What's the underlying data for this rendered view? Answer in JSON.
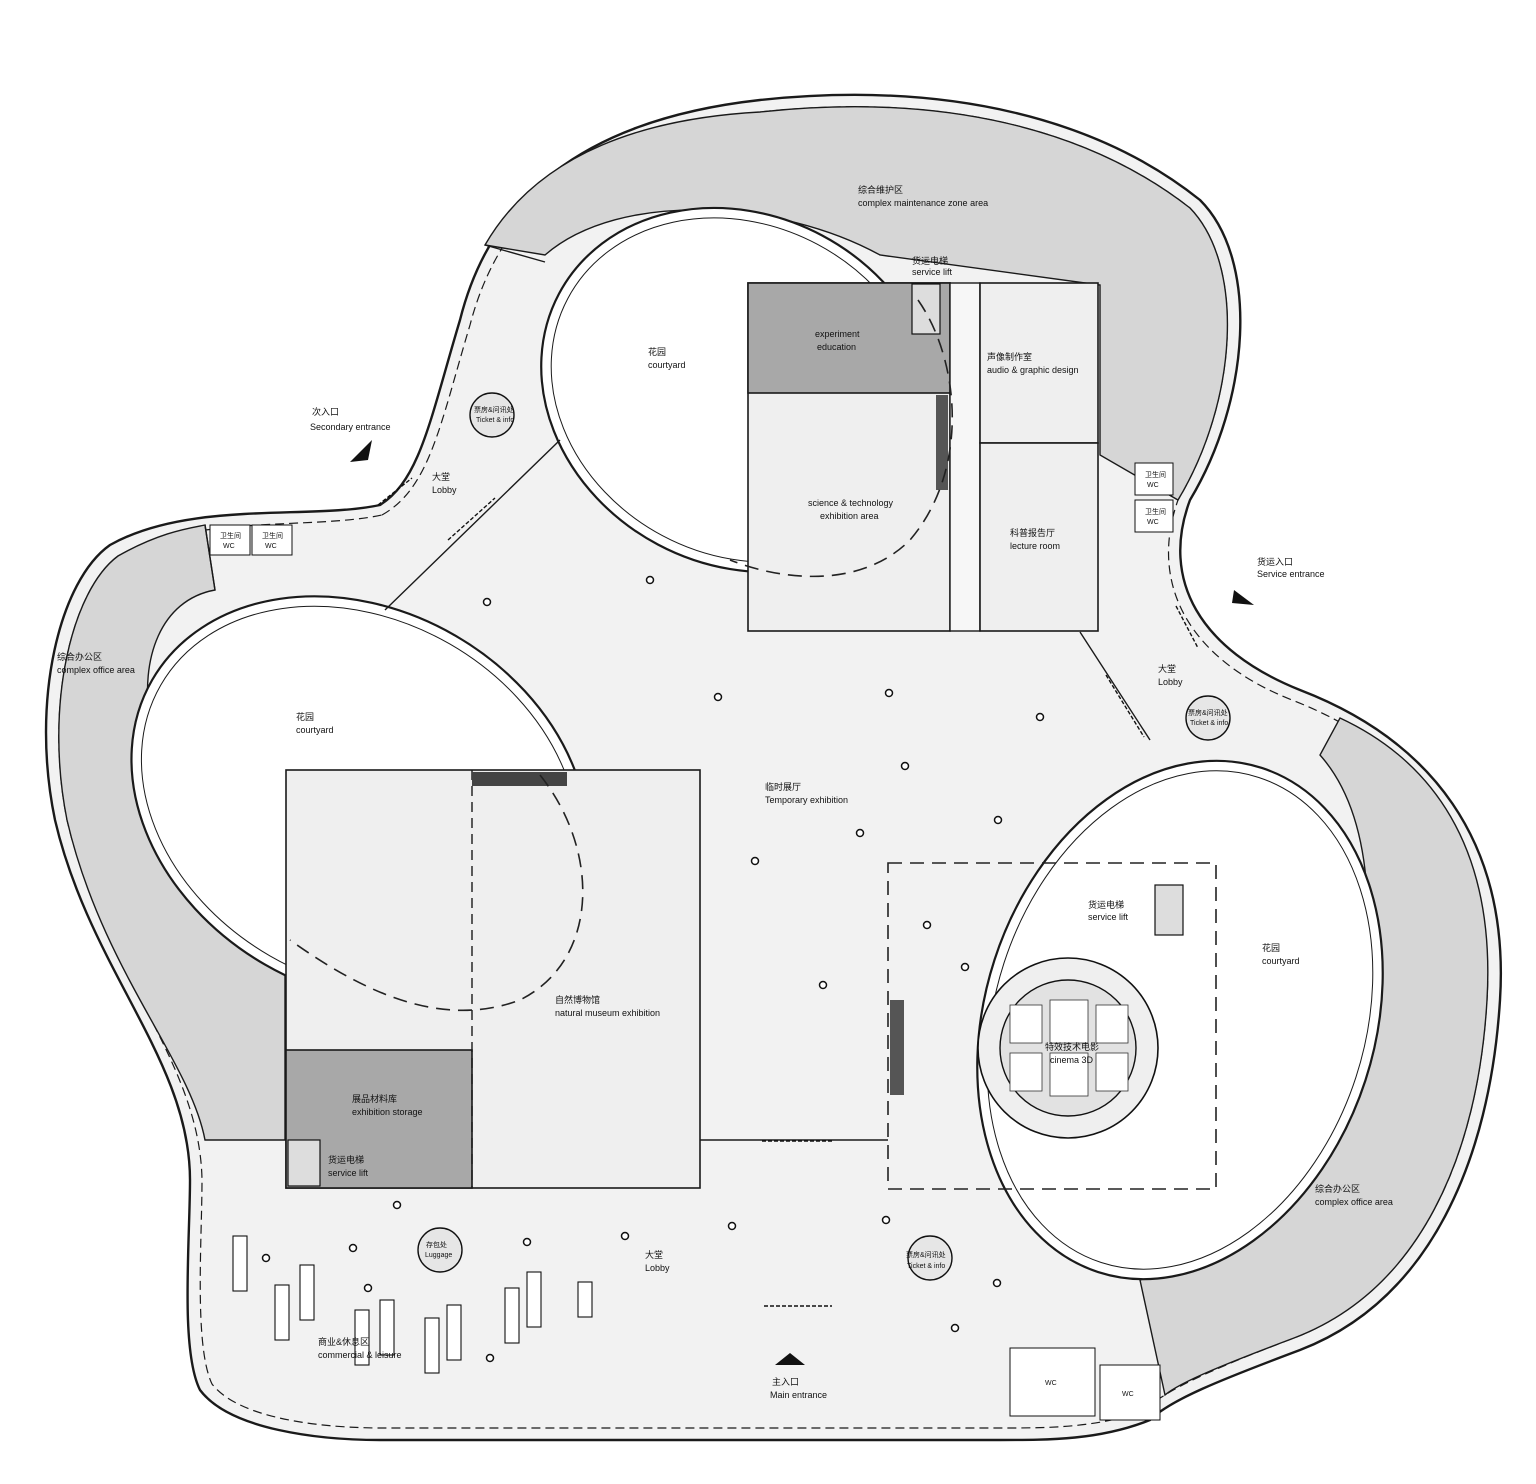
{
  "labels": {
    "maintenance_cn": "综合维护区",
    "maintenance_en": "complex maintenance zone area",
    "lift_top_cn": "货运电梯",
    "lift_top_en": "service lift",
    "experiment_en1": "experiment",
    "experiment_en2": "education",
    "audio_cn": "声像制作室",
    "audio_en": "audio & graphic design",
    "courtyard_top_cn": "花园",
    "courtyard_top_en": "courtyard",
    "secondary_cn": "次入口",
    "secondary_en": "Secondary entrance",
    "ticket_top_cn": "票房&问讯处",
    "ticket_top_en": "Ticket & info",
    "lobby_top_cn": "大堂",
    "lobby_top_en": "Lobby",
    "science_en1": "science & technology",
    "science_en2": "exhibition area",
    "lecture_cn": "科普报告厅",
    "lecture_en": "lecture room",
    "wc_cn": "卫生间",
    "wc_en": "WC",
    "service_entrance_cn": "货运入口",
    "service_entrance_en": "Service entrance",
    "office_left_cn": "综合办公区",
    "office_left_en": "complex office area",
    "courtyard_left_cn": "花园",
    "courtyard_left_en": "courtyard",
    "lobby_right_cn": "大堂",
    "lobby_right_en": "Lobby",
    "ticket_right_cn": "票房&问讯处",
    "ticket_right_en": "Ticket & info",
    "temp_cn": "临时展厅",
    "temp_en": "Temporary exhibition",
    "lift_right_cn": "货运电梯",
    "lift_right_en": "service lift",
    "courtyard_right_cn": "花园",
    "courtyard_right_en": "courtyard",
    "natural_cn": "自然博物馆",
    "natural_en": "natural museum exhibition",
    "cinema_cn": "特效技术电影",
    "cinema_en": "cinema 3D",
    "storage_cn": "展品材料库",
    "storage_en": "exhibition storage",
    "lift_left_cn": "货运电梯",
    "lift_left_en": "service lift",
    "office_right_cn": "综合办公区",
    "office_right_en": "complex office area",
    "luggage_cn": "存包处",
    "luggage_en": "Luggage",
    "lobby_bottom_cn": "大堂",
    "lobby_bottom_en": "Lobby",
    "ticket_bottom_cn": "票房&问讯处",
    "ticket_bottom_en": "Ticket & info",
    "commercial_cn": "商业&休息区",
    "commercial_en": "commercial & leisure",
    "main_cn": "主入口",
    "main_en": "Main entrance",
    "wc_plain": "WC"
  }
}
